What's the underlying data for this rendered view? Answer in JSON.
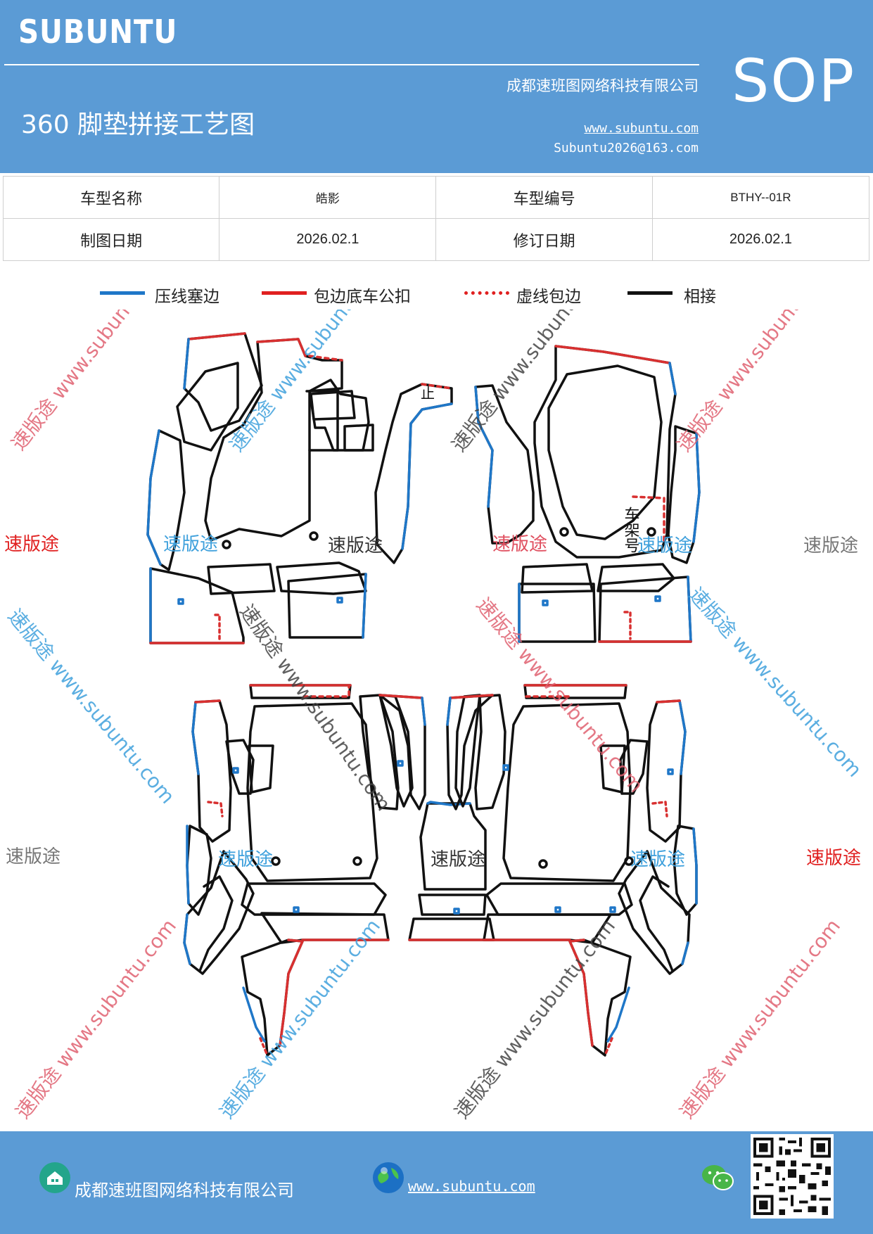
{
  "header": {
    "brand": "SUBUNTU",
    "company": "成都速班图网络科技有限公司",
    "title": "360 脚垫拼接工艺图",
    "website": "www.subuntu.com",
    "email": "Subuntu2026@163.com",
    "badge": "SOP"
  },
  "info_table": {
    "model_name_label": "车型名称",
    "model_name": "皓影",
    "model_code_label": "车型编号",
    "model_code": "BTHY--01R",
    "draw_date_label": "制图日期",
    "draw_date": "2026.02.1",
    "revise_date_label": "修订日期",
    "revise_date": "2026.02.1"
  },
  "legend": {
    "items": [
      {
        "label": "压线塞边",
        "color": "#1f77c8",
        "style": "solid"
      },
      {
        "label": "包边底车公扣",
        "color": "#e02020",
        "style": "solid"
      },
      {
        "label": "虚线包边",
        "color": "#e02020",
        "style": "dotted"
      },
      {
        "label": "相接",
        "color": "#111111",
        "style": "solid"
      }
    ]
  },
  "drawing": {
    "colors": {
      "seam": "#1f77c8",
      "edge": "#d83030",
      "join": "#111111"
    },
    "frame_label": "车架号",
    "arrow_mark": "止",
    "watermark_text": "速版途",
    "watermark_url": "www.subuntu.com"
  },
  "footer": {
    "company": "成都速班图网络科技有限公司",
    "website": "www.subuntu.com"
  }
}
